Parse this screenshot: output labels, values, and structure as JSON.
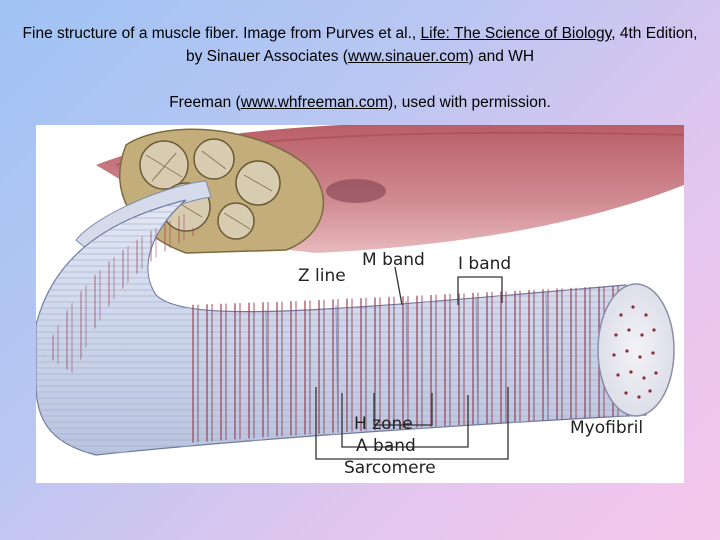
{
  "caption": {
    "line1_text": "Fine structure of a muscle fiber. Image from Purves et al., ",
    "line1_link": "Life: The Science of Biology",
    "line1_rest": ", 4th Edition, by Sinauer Associates (",
    "line1_url": "www.sinauer.com",
    "line1_end": ") and WH",
    "line2_text": "Freeman (",
    "line2_url": "www.whfreeman.com",
    "line2_end": "), used with permission."
  },
  "figure": {
    "labels": {
      "z_line": "Z line",
      "m_band": "M band",
      "i_band": "I band",
      "h_zone": "H zone",
      "a_band": "A band",
      "sarcomere": "Sarcomere",
      "myofibril": "Myofibril"
    },
    "colors": {
      "muscle": "#c9707a",
      "fascicle": "#b9a37e",
      "fiber_band": "#8e3b4a",
      "fiber_light": "#cfd8ea"
    }
  }
}
